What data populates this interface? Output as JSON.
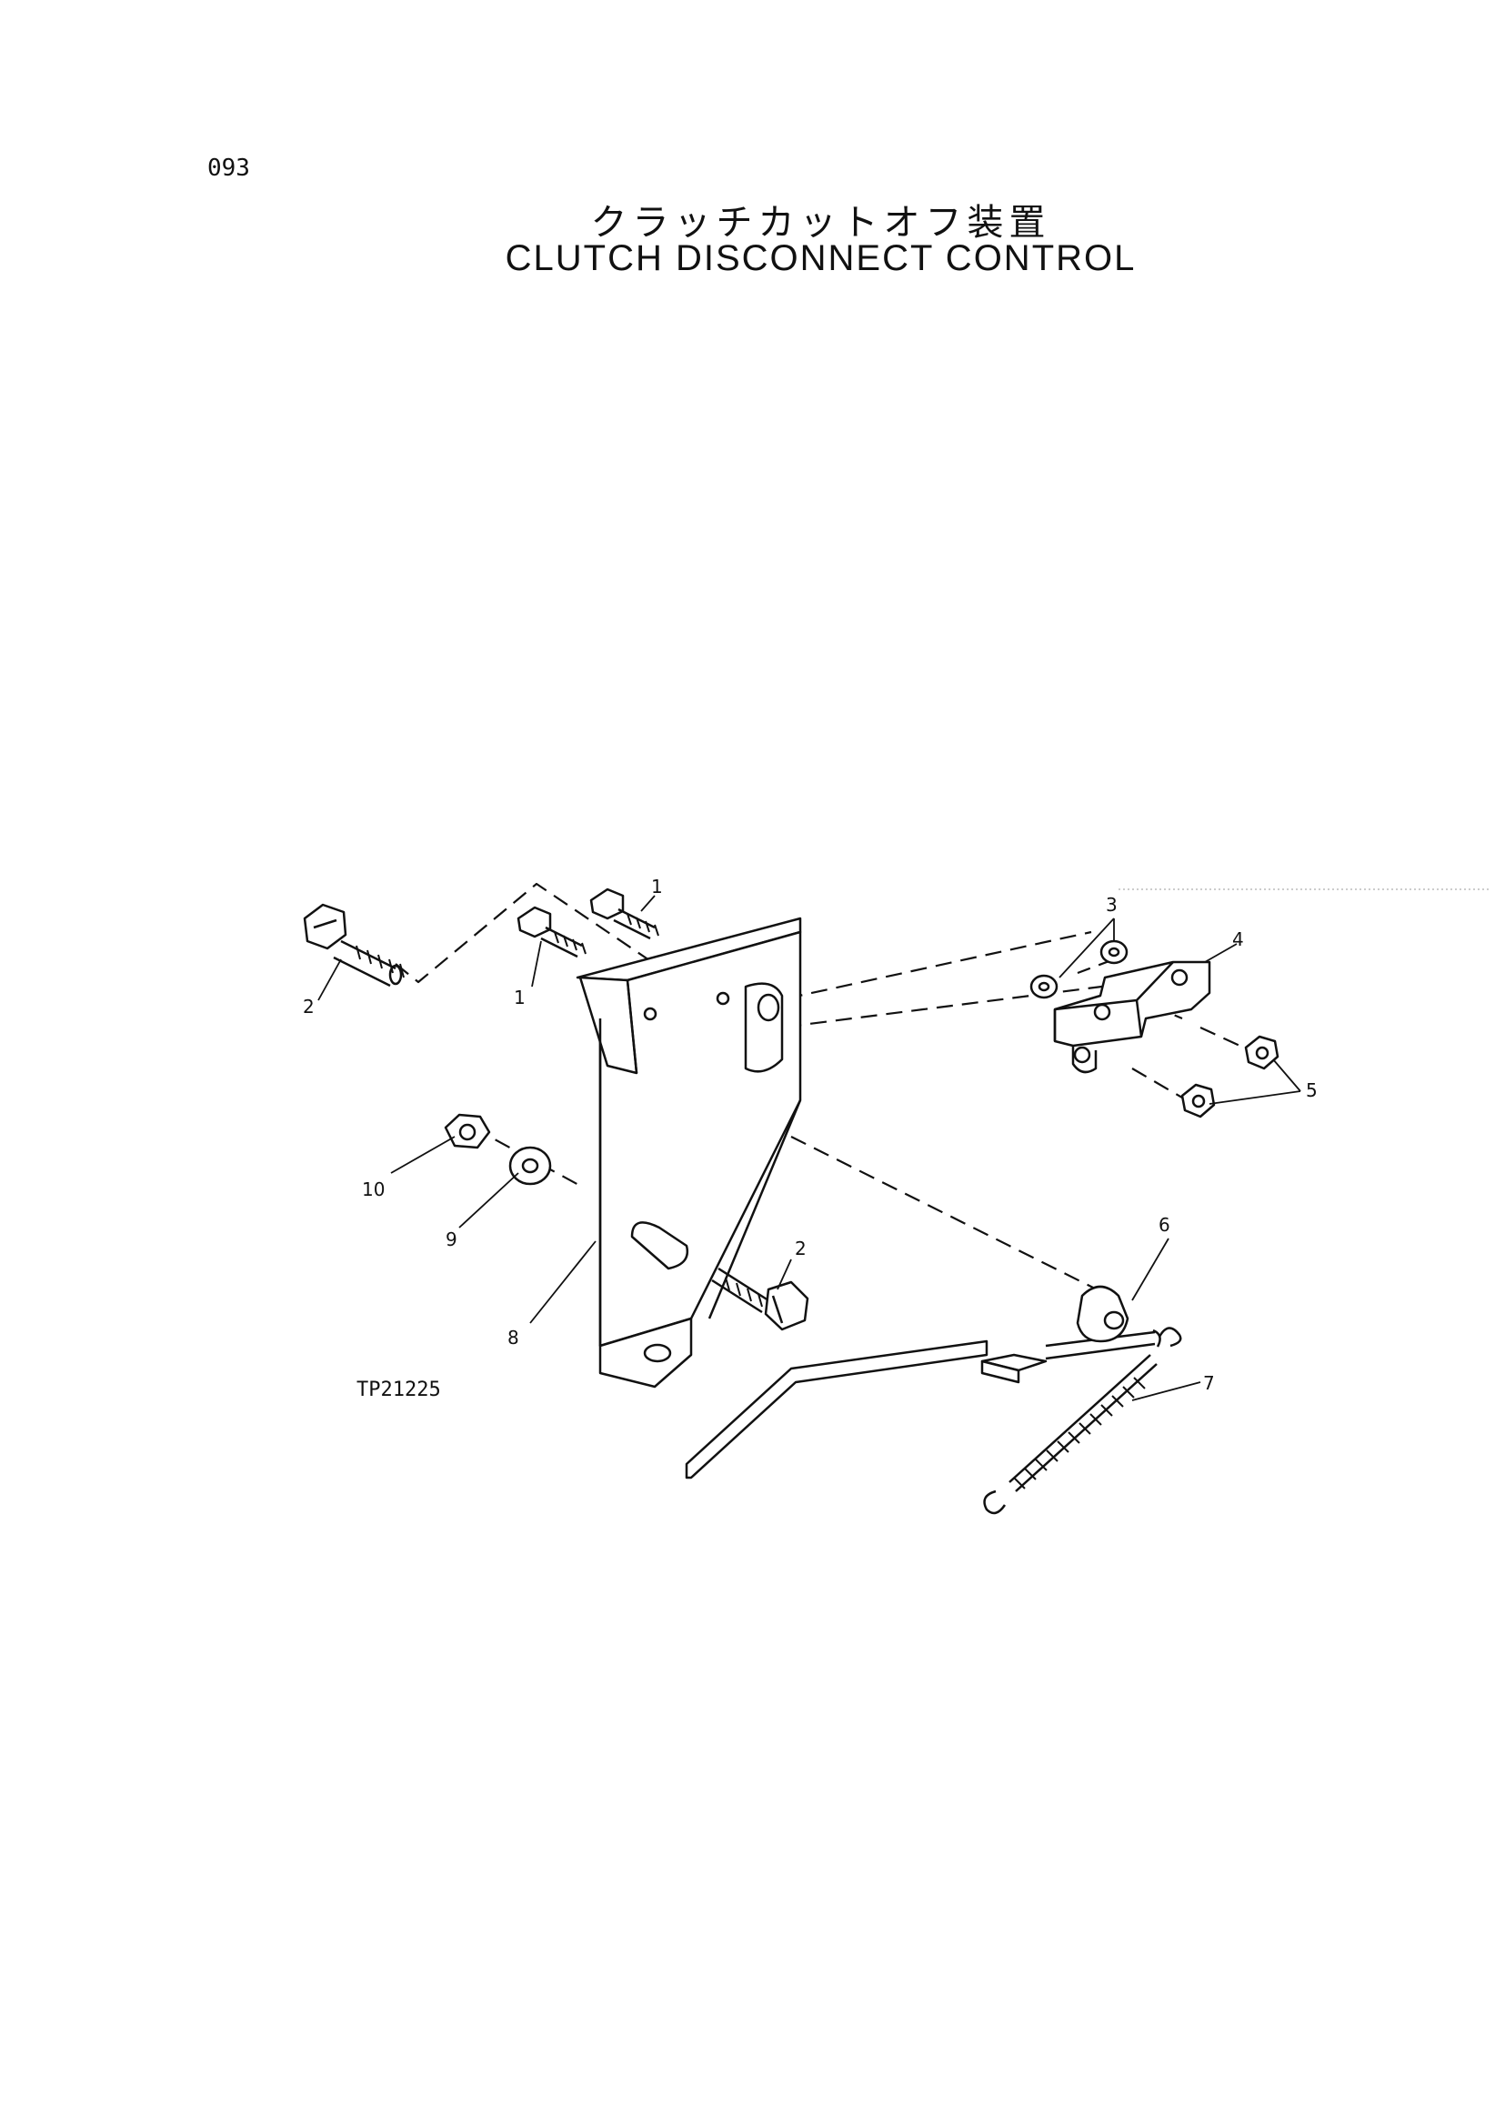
{
  "header": {
    "page_number": "093",
    "title_jp": "クラッチカットオフ装置",
    "title_en": "CLUTCH DISCONNECT CONTROL"
  },
  "diagram": {
    "drawing_id": "TP21225",
    "callouts": {
      "c1a": "1",
      "c1b": "1",
      "c2a": "2",
      "c2b": "2",
      "c3": "3",
      "c4": "4",
      "c5": "5",
      "c6": "6",
      "c7": "7",
      "c8": "8",
      "c9": "9",
      "c10": "10"
    }
  }
}
